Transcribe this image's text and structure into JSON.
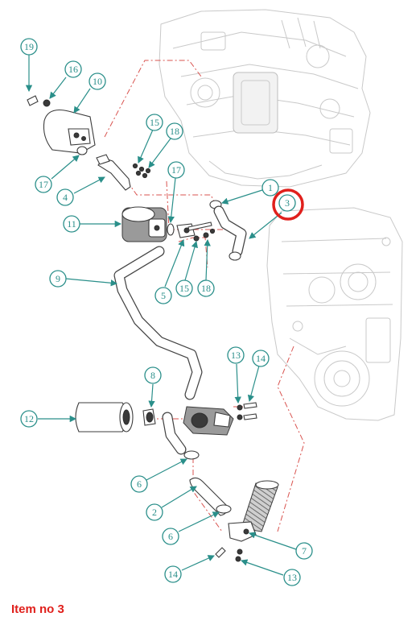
{
  "caption": "Item no 3",
  "highlighted_item": "3",
  "colors": {
    "callout": "#2a8f8a",
    "highlight": "#e0201c",
    "centerline": "#d9534f"
  },
  "callouts": {
    "c19": "19",
    "c16": "16",
    "c10": "10",
    "c15a": "15",
    "c18a": "18",
    "c17a": "17",
    "c4": "4",
    "c17b": "17",
    "c1": "1",
    "c3": "3",
    "c11": "11",
    "c9": "9",
    "c5": "5",
    "c15b": "15",
    "c18b": "18",
    "c8": "8",
    "c13a": "13",
    "c14a": "14",
    "c12": "12",
    "c6a": "6",
    "c2": "2",
    "c6b": "6",
    "c7": "7",
    "c14b": "14",
    "c13b": "13"
  }
}
